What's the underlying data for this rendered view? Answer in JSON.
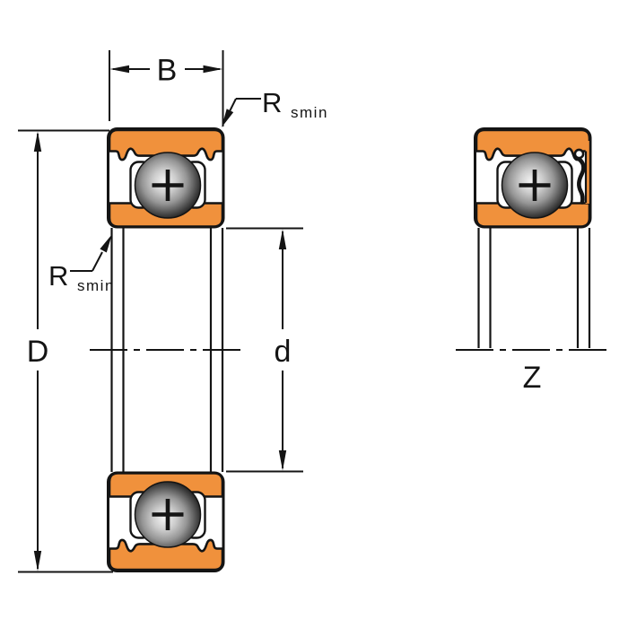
{
  "labels": {
    "width_dimension": "B",
    "outer_diameter_dimension": "D",
    "bore_diameter_dimension": "d",
    "shield_view": "Z",
    "chamfer_radius_top": {
      "symbol": "R",
      "subscript": "smin"
    },
    "chamfer_radius_bottom": {
      "symbol": "R",
      "subscript": "smin"
    }
  },
  "colors": {
    "ring-fill": "#F0913C",
    "line": "#141414",
    "ball-highlight": "#F5F5F5",
    "ball-shadow": "#101010",
    "background": "#FFFFFF"
  }
}
